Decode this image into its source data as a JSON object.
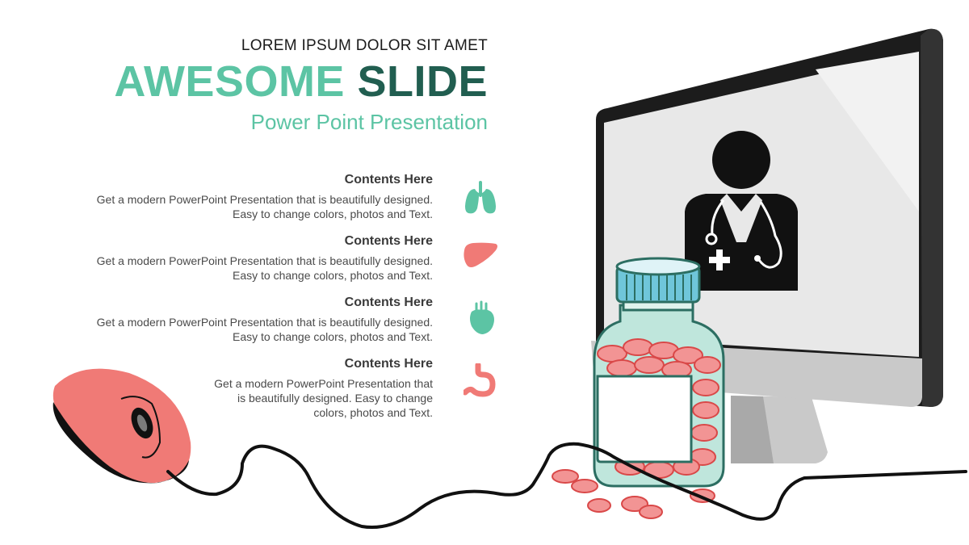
{
  "header": {
    "kicker": "LOREM IPSUM DOLOR SIT AMET",
    "headline_a": "AWESOME",
    "headline_b": "SLIDE",
    "subtitle": "Power Point Presentation"
  },
  "items": [
    {
      "title": "Contents Here",
      "body": "Get a modern PowerPoint  Presentation that is beautifully designed.\nEasy to change colors, photos and Text.",
      "icon": "lungs-icon"
    },
    {
      "title": "Contents Here",
      "body": "Get a modern PowerPoint  Presentation that is beautifully designed.\nEasy to change colors, photos and Text.",
      "icon": "liver-icon"
    },
    {
      "title": "Contents Here",
      "body": "Get a modern PowerPoint  Presentation that is beautifully designed.\nEasy to change colors, photos and Text.",
      "icon": "heart-icon"
    },
    {
      "title": "Contents Here",
      "body": "Get a modern PowerPoint  Presentation that is beautifully designed. Easy to change colors, photos and Text.",
      "icon": "stomach-icon"
    }
  ],
  "colors": {
    "accent_teal": "#5cc4a4",
    "dark_teal": "#215e50",
    "coral": "#f07a76",
    "monitor_black": "#1c1c1c"
  }
}
